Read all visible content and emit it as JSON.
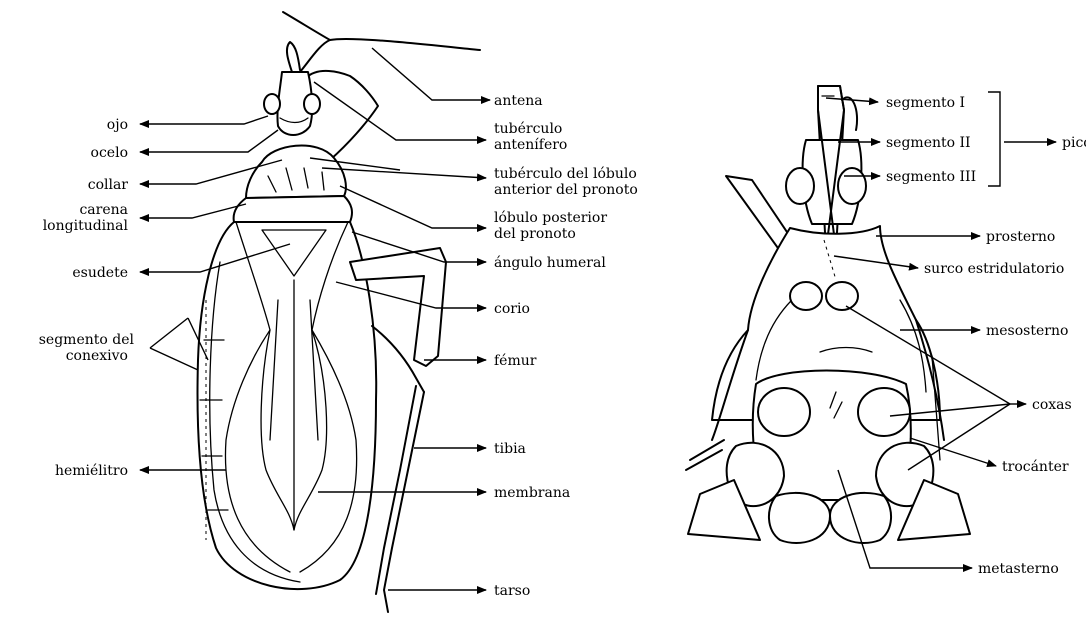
{
  "dorsal_labels": {
    "antena": "antena",
    "tuberculo_antenifero_1": "tubérculo",
    "tuberculo_antenifero_2": "antenífero",
    "tuberculo_lobulo_1": "tubérculo del lóbulo",
    "tuberculo_lobulo_2": "anterior del pronoto",
    "lobulo_posterior_1": "lóbulo posterior",
    "lobulo_posterior_2": "del pronoto",
    "angulo_humeral": "ángulo humeral",
    "corio": "corio",
    "femur": "fémur",
    "tibia": "tibia",
    "membrana": "membrana",
    "tarso": "tarso",
    "ojo": "ojo",
    "ocelo": "ocelo",
    "collar": "collar",
    "carena_1": "carena",
    "carena_2": "longitudinal",
    "esudete": "esudete",
    "segmento_conexivo_1": "segmento del",
    "segmento_conexivo_2": "conexivo",
    "hemielitro": "hemiélitro"
  },
  "ventral_labels": {
    "segmento_1": "segmento I",
    "segmento_2": "segmento II",
    "segmento_3": "segmento III",
    "pico": "pico",
    "prosterno": "prosterno",
    "surco_estridulatorio": "surco estridulatorio",
    "mesosterno": "mesosterno",
    "coxas": "coxas",
    "trocanter": "trocánter",
    "metasterno": "metasterno"
  }
}
